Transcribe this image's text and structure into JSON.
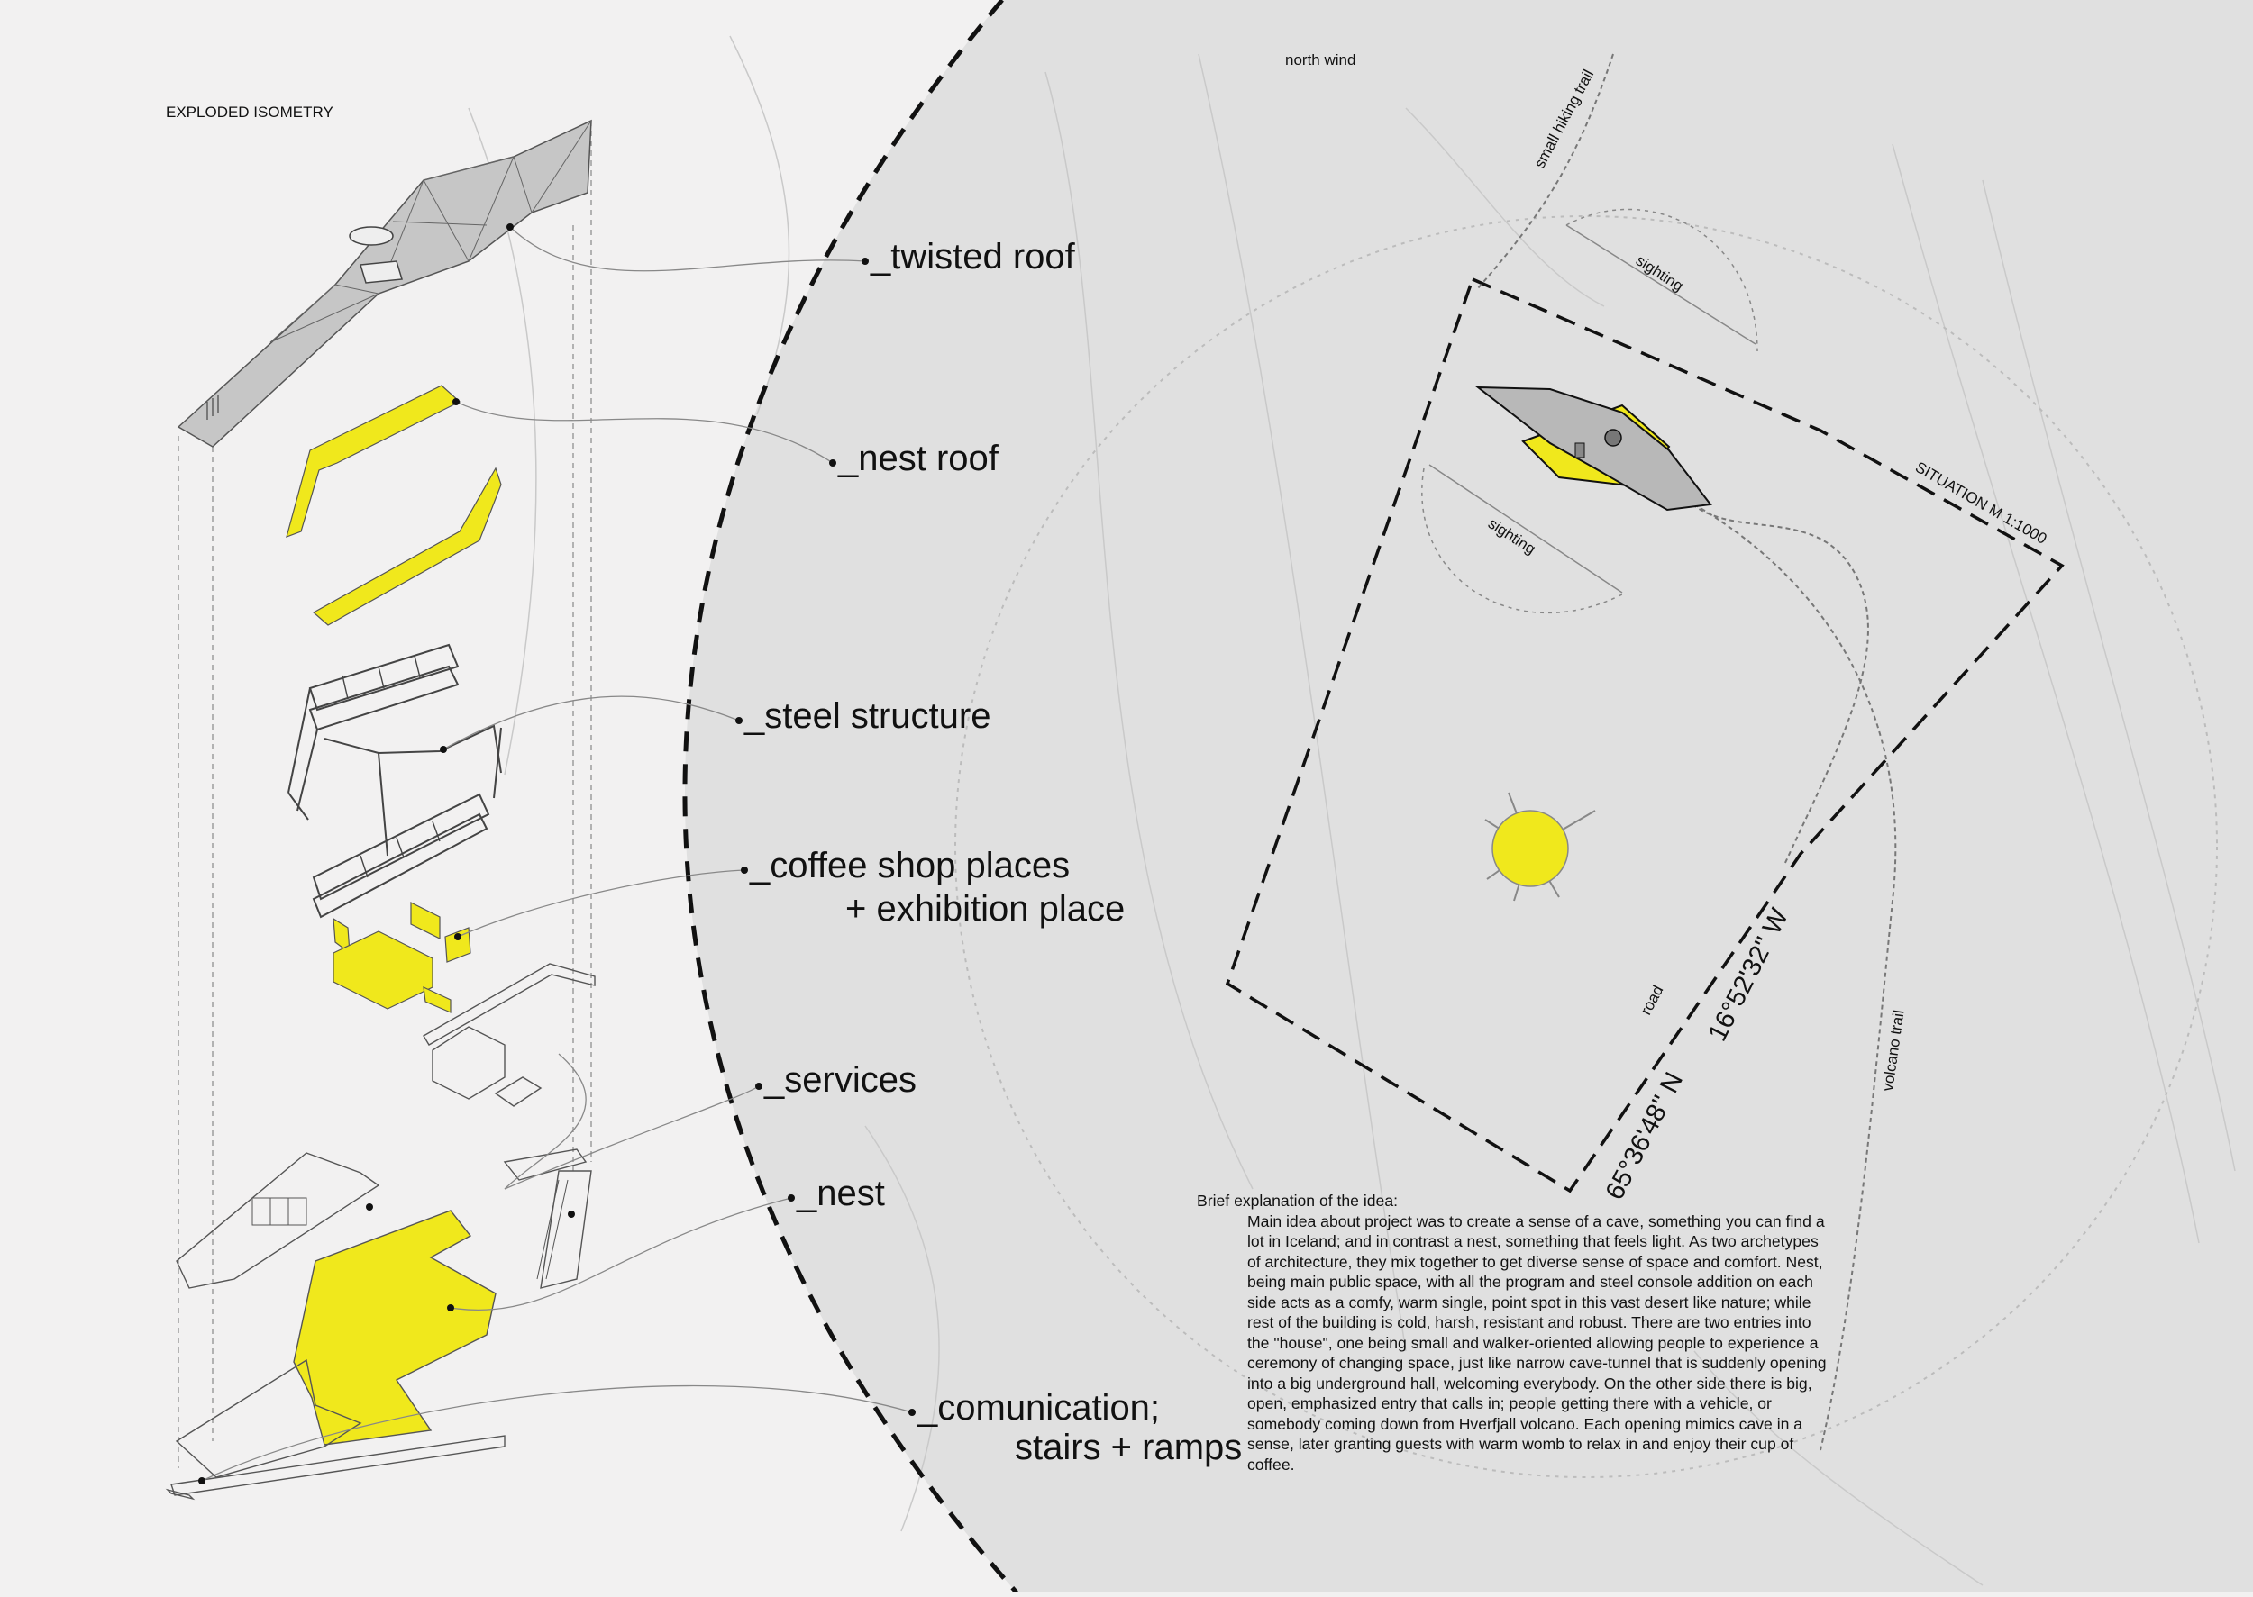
{
  "isometry_title": "EXPLODED ISOMETRY",
  "layers": {
    "twisted_roof": "_twisted roof",
    "nest_roof": "_nest roof",
    "steel_structure": "_steel structure",
    "coffee_line1": "_coffee shop places",
    "coffee_line2": "+ exhibition place",
    "services": "_services",
    "nest": "_nest",
    "comm_line1": "_comunication;",
    "comm_line2": "stairs + ramps"
  },
  "site": {
    "north_wind": "north wind",
    "hiking_trail": "small hiking trail",
    "sighting_1": "sighting",
    "sighting_2": "sighting",
    "situation": "SITUATION M 1:1000",
    "road": "road",
    "volcano_trail": "volcano trail",
    "lat": "65°36'48'' N",
    "lon": "16°52'32'' W"
  },
  "brief": {
    "heading": "Brief explanation of the idea:",
    "body": "Main idea about project was to create a sense of a cave, something you can find a lot in Iceland; and in contrast a nest, something that feels light. As two archetypes of architecture, they mix together to get diverse sense of space and comfort. Nest, being main public space, with all the program and steel console addition on each side acts as a comfy, warm single, point spot in this vast desert like nature; while rest of the building is cold, harsh, resistant and robust. There are two entries into the \"house\", one being small and walker-oriented allowing people to experience a ceremony of changing space, just like narrow cave-tunnel that is suddenly opening into a big underground hall, welcoming everybody. On the other side there is big, open, emphasized entry that calls in; people getting there with a vehicle, or somebody coming down from Hverfjall volcano. Each opening mimics cave in a sense, later granting guests with warm womb to relax in and enjoy their cup of coffee."
  },
  "colors": {
    "accent_yellow": "#f0e81c",
    "site_grey": "#e0e0e0",
    "roof_grey": "#c6c6c6"
  }
}
